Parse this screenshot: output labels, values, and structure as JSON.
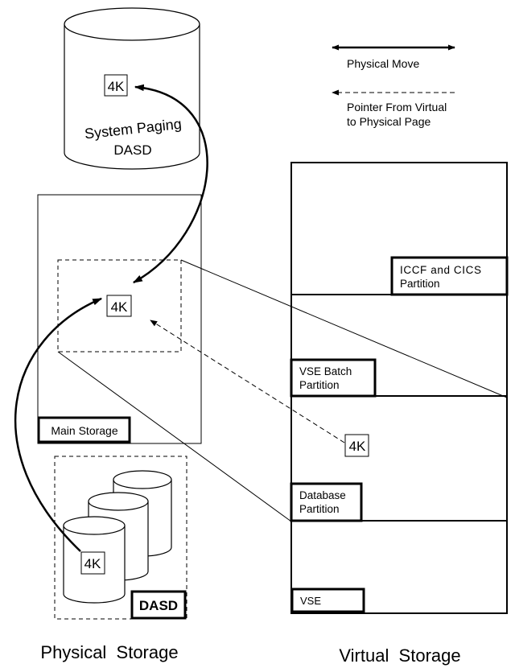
{
  "legend": {
    "physical_move": "Physical Move",
    "pointer_line1": "Pointer From Virtual",
    "pointer_line2": "to Physical Page"
  },
  "paging_dasd": {
    "page_label": "4K",
    "label_line1": "System Paging",
    "label_line2": "DASD"
  },
  "main_storage": {
    "page_label": "4K",
    "label": "Main Storage"
  },
  "dasd": {
    "page_label": "4K",
    "label": "DASD"
  },
  "virtual_storage": {
    "partitions": [
      {
        "line1": "ICCF and CICS",
        "line2": "Partition"
      },
      {
        "line1": "VSE Batch",
        "line2": "Partition"
      },
      {
        "line1": "Database",
        "line2": "Partition"
      },
      {
        "line1": "VSE",
        "line2": ""
      }
    ],
    "page_label": "4K"
  },
  "captions": {
    "physical": "Physical  Storage",
    "virtual": "Virtual  Storage"
  }
}
